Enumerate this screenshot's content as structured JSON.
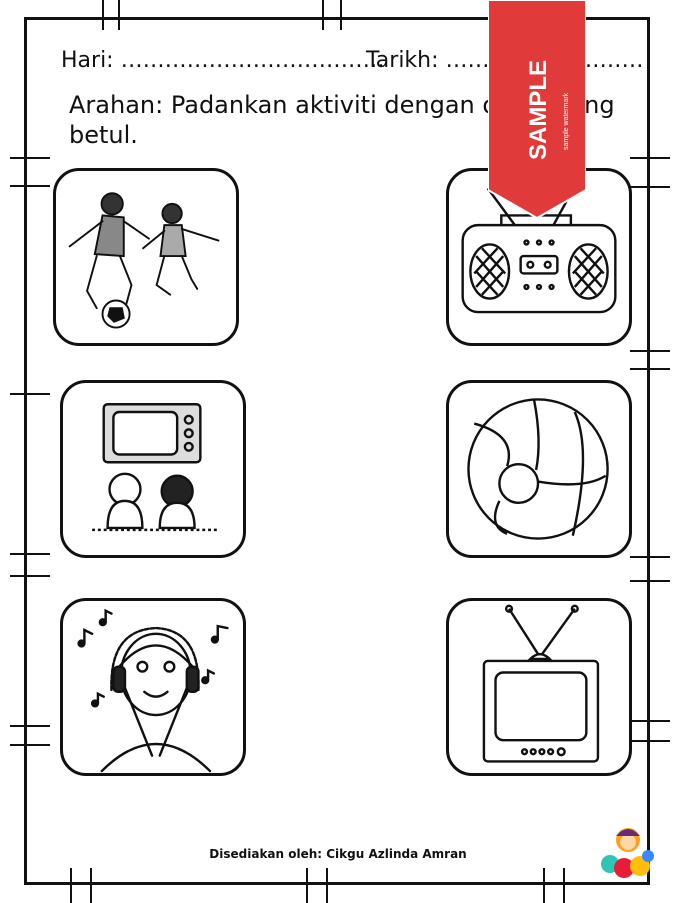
{
  "header": {
    "hari_label": "Hari:",
    "hari_blank": "………………………………",
    "tarikh_label": "Tarikh:",
    "tarikh_blank": "………………………"
  },
  "instruction": {
    "text": "Arahan: Padankan aktiviti dengan objek yang betul."
  },
  "left_items": [
    {
      "icon": "children-playing-football-icon"
    },
    {
      "icon": "children-watching-tv-icon"
    },
    {
      "icon": "girl-listening-music-icon"
    }
  ],
  "right_items": [
    {
      "icon": "radio-cassette-player-icon"
    },
    {
      "icon": "beach-ball-icon"
    },
    {
      "icon": "television-icon"
    }
  ],
  "watermark": {
    "label": "SAMPLE",
    "ribbon_color": "#e03a3a",
    "subtext": "sample watermark"
  },
  "footer": {
    "credit": "Disediakan oleh: Cikgu Azlinda Amran"
  }
}
